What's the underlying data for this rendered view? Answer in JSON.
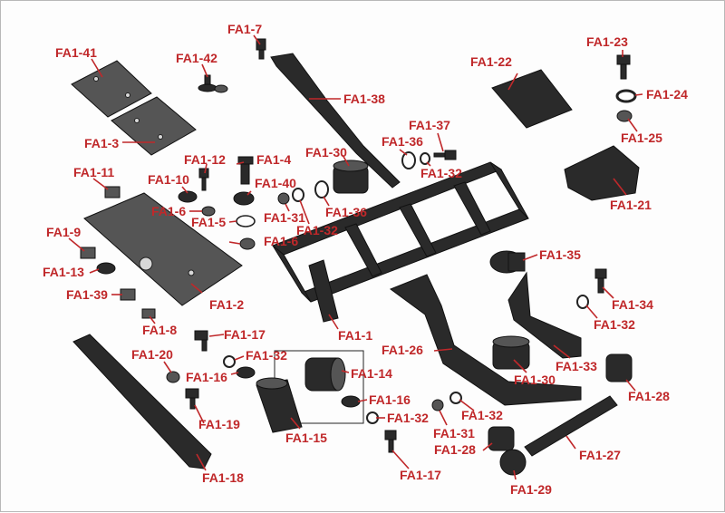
{
  "accent_color": "#c0282a",
  "labels": {
    "fa1_1": "FA1-1",
    "fa1_2": "FA1-2",
    "fa1_3": "FA1-3",
    "fa1_4": "FA1-4",
    "fa1_5": "FA1-5",
    "fa1_6a": "FA1-6",
    "fa1_6b": "FA1-6",
    "fa1_7": "FA1-7",
    "fa1_8": "FA1-8",
    "fa1_9": "FA1-9",
    "fa1_10": "FA1-10",
    "fa1_11": "FA1-11",
    "fa1_12": "FA1-12",
    "fa1_13": "FA1-13",
    "fa1_14": "FA1-14",
    "fa1_15": "FA1-15",
    "fa1_16a": "FA1-16",
    "fa1_16b": "FA1-16",
    "fa1_17a": "FA1-17",
    "fa1_17b": "FA1-17",
    "fa1_18": "FA1-18",
    "fa1_19": "FA1-19",
    "fa1_20": "FA1-20",
    "fa1_21": "FA1-21",
    "fa1_22": "FA1-22",
    "fa1_23": "FA1-23",
    "fa1_24": "FA1-24",
    "fa1_25": "FA1-25",
    "fa1_26": "FA1-26",
    "fa1_27": "FA1-27",
    "fa1_28a": "FA1-28",
    "fa1_28b": "FA1-28",
    "fa1_29": "FA1-29",
    "fa1_30a": "FA1-30",
    "fa1_30b": "FA1-30",
    "fa1_31a": "FA1-31",
    "fa1_31b": "FA1-31",
    "fa1_32a": "FA1-32",
    "fa1_32b": "FA1-32",
    "fa1_32c": "FA1-32",
    "fa1_32d": "FA1-32",
    "fa1_32e": "FA1-32",
    "fa1_32f": "FA1-32",
    "fa1_33": "FA1-33",
    "fa1_34": "FA1-34",
    "fa1_35": "FA1-35",
    "fa1_36a": "FA1-36",
    "fa1_36b": "FA1-36",
    "fa1_37": "FA1-37",
    "fa1_38": "FA1-38",
    "fa1_39": "FA1-39",
    "fa1_40": "FA1-40",
    "fa1_41": "FA1-41",
    "fa1_42": "FA1-42"
  }
}
